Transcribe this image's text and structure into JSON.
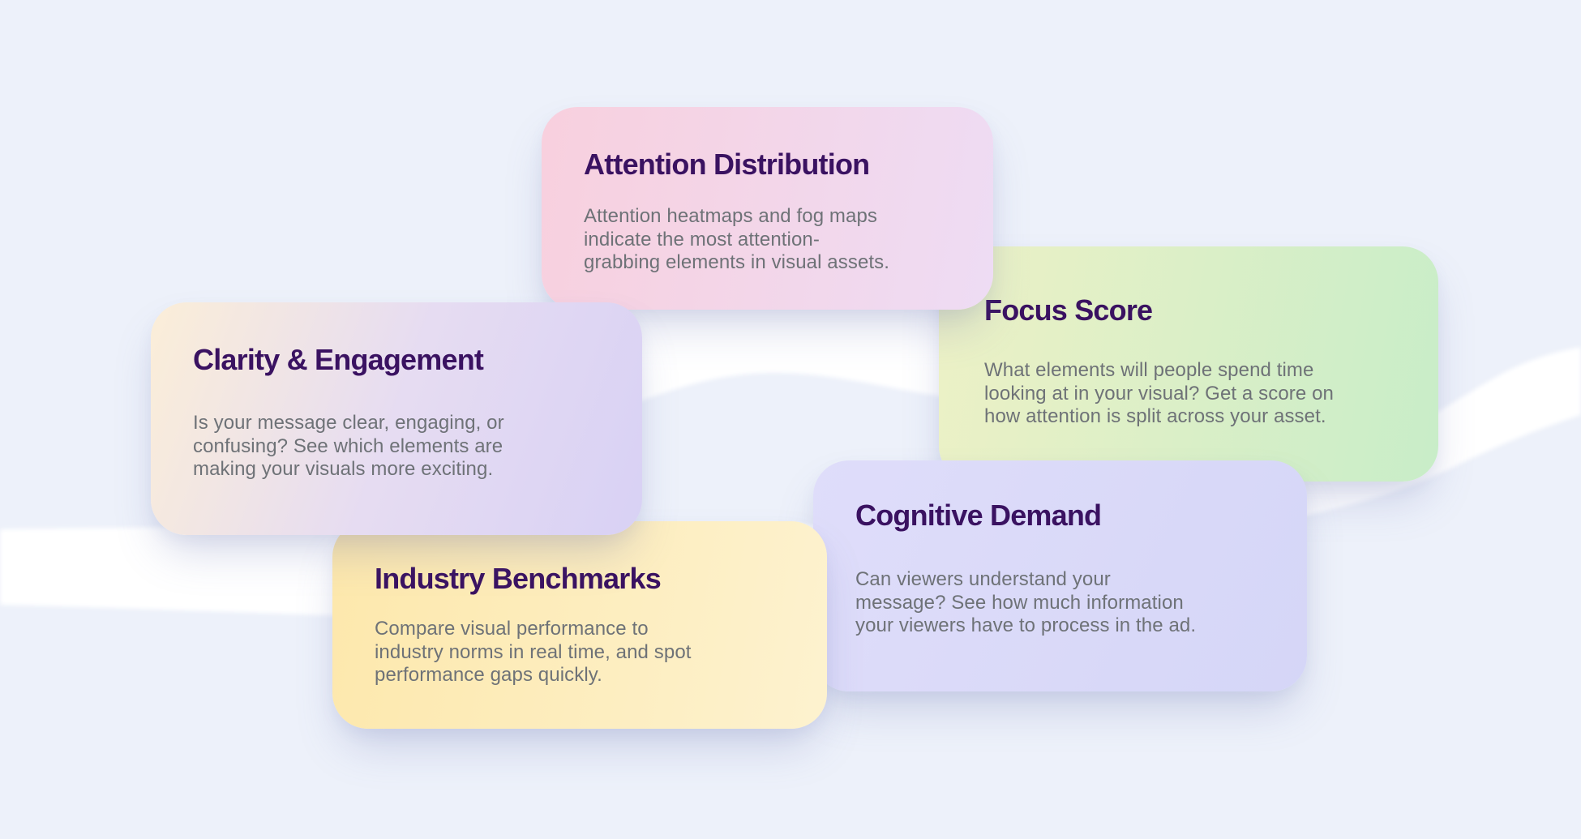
{
  "page": {
    "background_color": "#edf1fa",
    "wave_color": "#ffffff"
  },
  "text_colors": {
    "title": "#3a1261",
    "body": "#6e7277"
  },
  "cards": [
    {
      "id": "attention",
      "title": "Attention Distribution",
      "body_lines": [
        "Attention heatmaps and fog maps",
        "indicate the most attention-",
        "grabbing elements in visual assets."
      ],
      "gradient_angle": "100deg",
      "gradient_from": "#f8d0de",
      "gradient_to": "#eedcf4"
    },
    {
      "id": "focus",
      "title": "Focus Score",
      "body_lines": [
        "What elements will people spend time",
        "looking at in your visual? Get a score on",
        "how attention is split across your asset."
      ],
      "gradient_angle": "100deg",
      "gradient_from": "#edf1c6",
      "gradient_to": "#c8edc8"
    },
    {
      "id": "clarity",
      "title": "Clarity & Engagement",
      "body_lines": [
        "Is your message clear, engaging, or",
        "confusing? See which elements are",
        "making your visuals more exciting."
      ],
      "gradient_angle": "110deg",
      "gradient_from": "#fbeed8",
      "gradient_mid": "#e6dcf2",
      "gradient_to": "#d8d1f4"
    },
    {
      "id": "cognitive",
      "title": "Cognitive Demand",
      "body_lines": [
        "Can viewers understand your",
        "message? See how much information",
        "your viewers have to process in the ad."
      ],
      "gradient_angle": "115deg",
      "gradient_from": "#dfddfa",
      "gradient_to": "#d5d6f7"
    },
    {
      "id": "industry",
      "title": "Industry Benchmarks",
      "body_lines": [
        "Compare visual performance to",
        "industry norms in real time, and spot",
        "performance gaps quickly."
      ],
      "gradient_angle": "100deg",
      "gradient_from": "#fde8ac",
      "gradient_to": "#fdf2cf"
    }
  ]
}
